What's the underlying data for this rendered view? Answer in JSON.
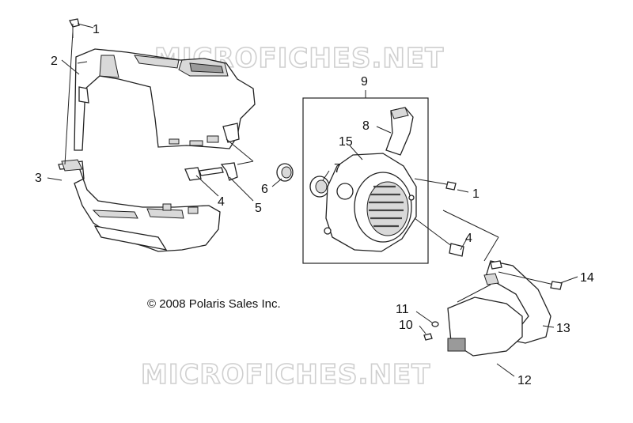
{
  "watermark_top": "MICROFICHES.NET",
  "watermark_bottom": "MICROFICHES.NET",
  "copyright": "© 2008 Polaris Sales Inc.",
  "callouts": [
    {
      "id": "c1a",
      "label": "1"
    },
    {
      "id": "c2",
      "label": "2"
    },
    {
      "id": "c3",
      "label": "3"
    },
    {
      "id": "c4a",
      "label": "4"
    },
    {
      "id": "c5",
      "label": "5"
    },
    {
      "id": "c6",
      "label": "6"
    },
    {
      "id": "c7",
      "label": "7"
    },
    {
      "id": "c8",
      "label": "8"
    },
    {
      "id": "c9",
      "label": "9"
    },
    {
      "id": "c15",
      "label": "15"
    },
    {
      "id": "c1b",
      "label": "1"
    },
    {
      "id": "c4b",
      "label": "4"
    },
    {
      "id": "c14",
      "label": "14"
    },
    {
      "id": "c11",
      "label": "11"
    },
    {
      "id": "c10",
      "label": "10"
    },
    {
      "id": "c13",
      "label": "13"
    },
    {
      "id": "c12",
      "label": "12"
    }
  ]
}
